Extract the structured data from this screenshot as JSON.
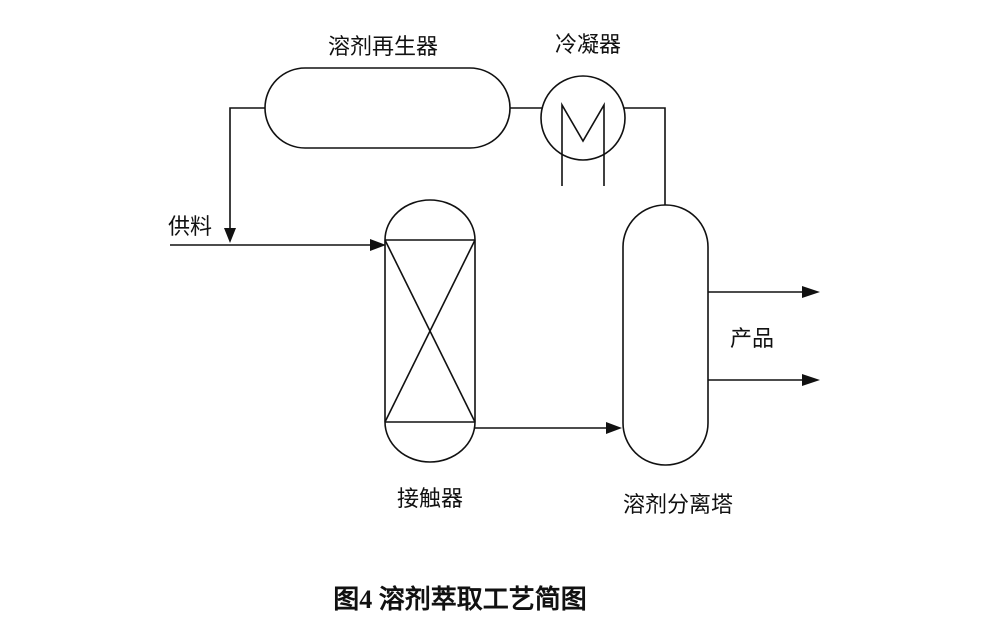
{
  "figure": {
    "caption": "图4  溶剂萃取工艺简图",
    "labels": {
      "regenerator": "溶剂再生器",
      "condenser": "冷凝器",
      "feed": "供料",
      "contactor": "接触器",
      "separator": "溶剂分离塔",
      "product": "产品"
    }
  }
}
